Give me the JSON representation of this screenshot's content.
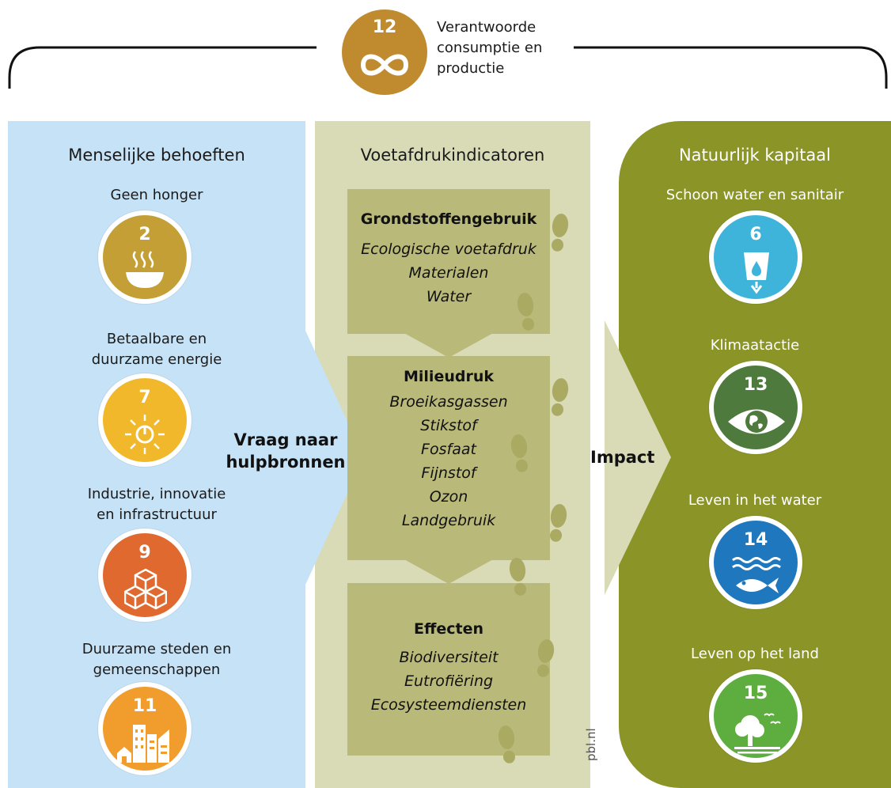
{
  "header": {
    "goal_number": "12",
    "goal_title_lines": [
      "Verantwoorde",
      "consumptie en",
      "productie"
    ],
    "goal_color": "#BF8B2E"
  },
  "columns": {
    "left": {
      "title": "Menselijke behoeften",
      "bg_color": "#C6E2F6",
      "goals": [
        {
          "number": "2",
          "label_lines": [
            "Geen honger"
          ],
          "color": "#C39F35",
          "icon": "bowl-icon"
        },
        {
          "number": "7",
          "label_lines": [
            "Betaalbare en",
            "duurzame energie"
          ],
          "color": "#F0B82A",
          "icon": "sun-power-icon"
        },
        {
          "number": "9",
          "label_lines": [
            "Industrie, innovatie",
            "en infrastructuur"
          ],
          "color": "#E0692F",
          "icon": "cubes-icon"
        },
        {
          "number": "11",
          "label_lines": [
            "Duurzame steden en",
            "gemeenschappen"
          ],
          "color": "#F09D2E",
          "icon": "city-icon"
        }
      ]
    },
    "middle": {
      "title": "Voetafdrukindicatoren",
      "bg_color": "#D9DAB6",
      "box_color": "#B9B97A",
      "boxes": [
        {
          "title": "Grondstoffengebruik",
          "items": [
            "Ecologische voetafdruk",
            "Materialen",
            "Water"
          ]
        },
        {
          "title": "Milieudruk",
          "items": [
            "Broeikasgassen",
            "Stikstof",
            "Fosfaat",
            "Fijnstof",
            "Ozon",
            "Landgebruik"
          ]
        },
        {
          "title": "Effecten",
          "items": [
            "Biodiversiteit",
            "Eutrofiëring",
            "Ecosysteemdiensten"
          ]
        }
      ]
    },
    "right": {
      "title": "Natuurlijk kapitaal",
      "bg_color": "#8B9426",
      "goals": [
        {
          "number": "6",
          "label_lines": [
            "Schoon water en sanitair"
          ],
          "color": "#3FB4DA",
          "icon": "water-glass-icon"
        },
        {
          "number": "13",
          "label_lines": [
            "Klimaatactie"
          ],
          "color": "#4E7A3E",
          "icon": "earth-eye-icon"
        },
        {
          "number": "14",
          "label_lines": [
            "Leven in het water"
          ],
          "color": "#1F78BE",
          "icon": "fish-waves-icon"
        },
        {
          "number": "15",
          "label_lines": [
            "Leven op het land"
          ],
          "color": "#5EAE3F",
          "icon": "tree-birds-icon"
        }
      ]
    }
  },
  "arrows": {
    "left_label_lines": [
      "Vraag naar",
      "hulpbronnen"
    ],
    "right_label": "Impact"
  },
  "footer": {
    "source": "pbl.nl"
  }
}
